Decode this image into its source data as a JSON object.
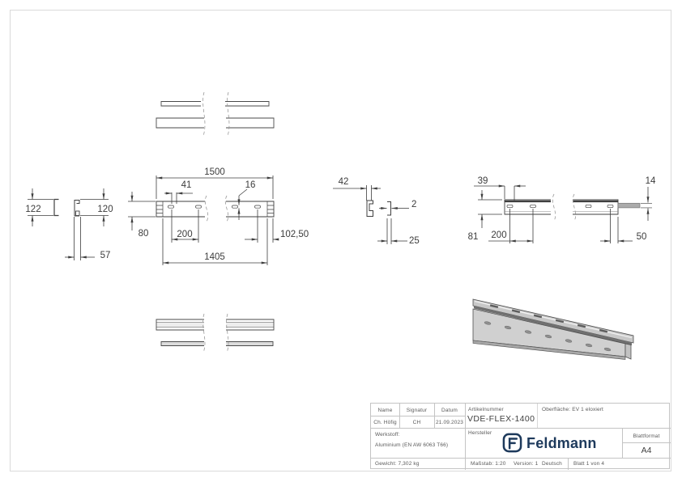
{
  "dims": {
    "left_view": {
      "height_outer": "122",
      "height_inner": "120",
      "depth": "57"
    },
    "front_view": {
      "total_length": "1500",
      "first_hole": "41",
      "slot_width": "16",
      "height": "80",
      "hole_spacing": "200",
      "inner_length": "1405",
      "end_offset": "102,50"
    },
    "section_view": {
      "width": "42",
      "wall": "2",
      "depth": "25"
    },
    "back_view": {
      "first_hole": "39",
      "pin": "14",
      "height": "81",
      "hole_spacing": "200",
      "end_offset": "50"
    }
  },
  "title_block": {
    "col_name": "Name",
    "col_signatur": "Signatur",
    "col_datum": "Datum",
    "name": "Ch. Höfig",
    "signatur": "CH",
    "datum": "21.09.2023",
    "werkstoff_label": "Werkstoff:",
    "werkstoff": "Aluminium (EN AW 6063 T66)",
    "gewicht": "Gewicht: 7,302 kg",
    "artikelnummer_label": "Artikelnummer",
    "artikelnummer": "VDE-FLEX-1400",
    "oberflaeche": "Oberfläche:  EV 1 eloxiert",
    "hersteller_label": "Hersteller",
    "logo_text": "Feldmann",
    "blattformat_label": "Blattformat",
    "blattformat": "A4",
    "massstab": "Maßstab: 1:20",
    "version": "Version: 1",
    "sprache": "Deutsch",
    "blatt": "Blatt 1 von 4"
  },
  "colors": {
    "logo": "#1e3a5c",
    "drawing_line": "#3f3f3f",
    "border": "#c4c4c4",
    "render_fill": "#d0d0d0"
  }
}
